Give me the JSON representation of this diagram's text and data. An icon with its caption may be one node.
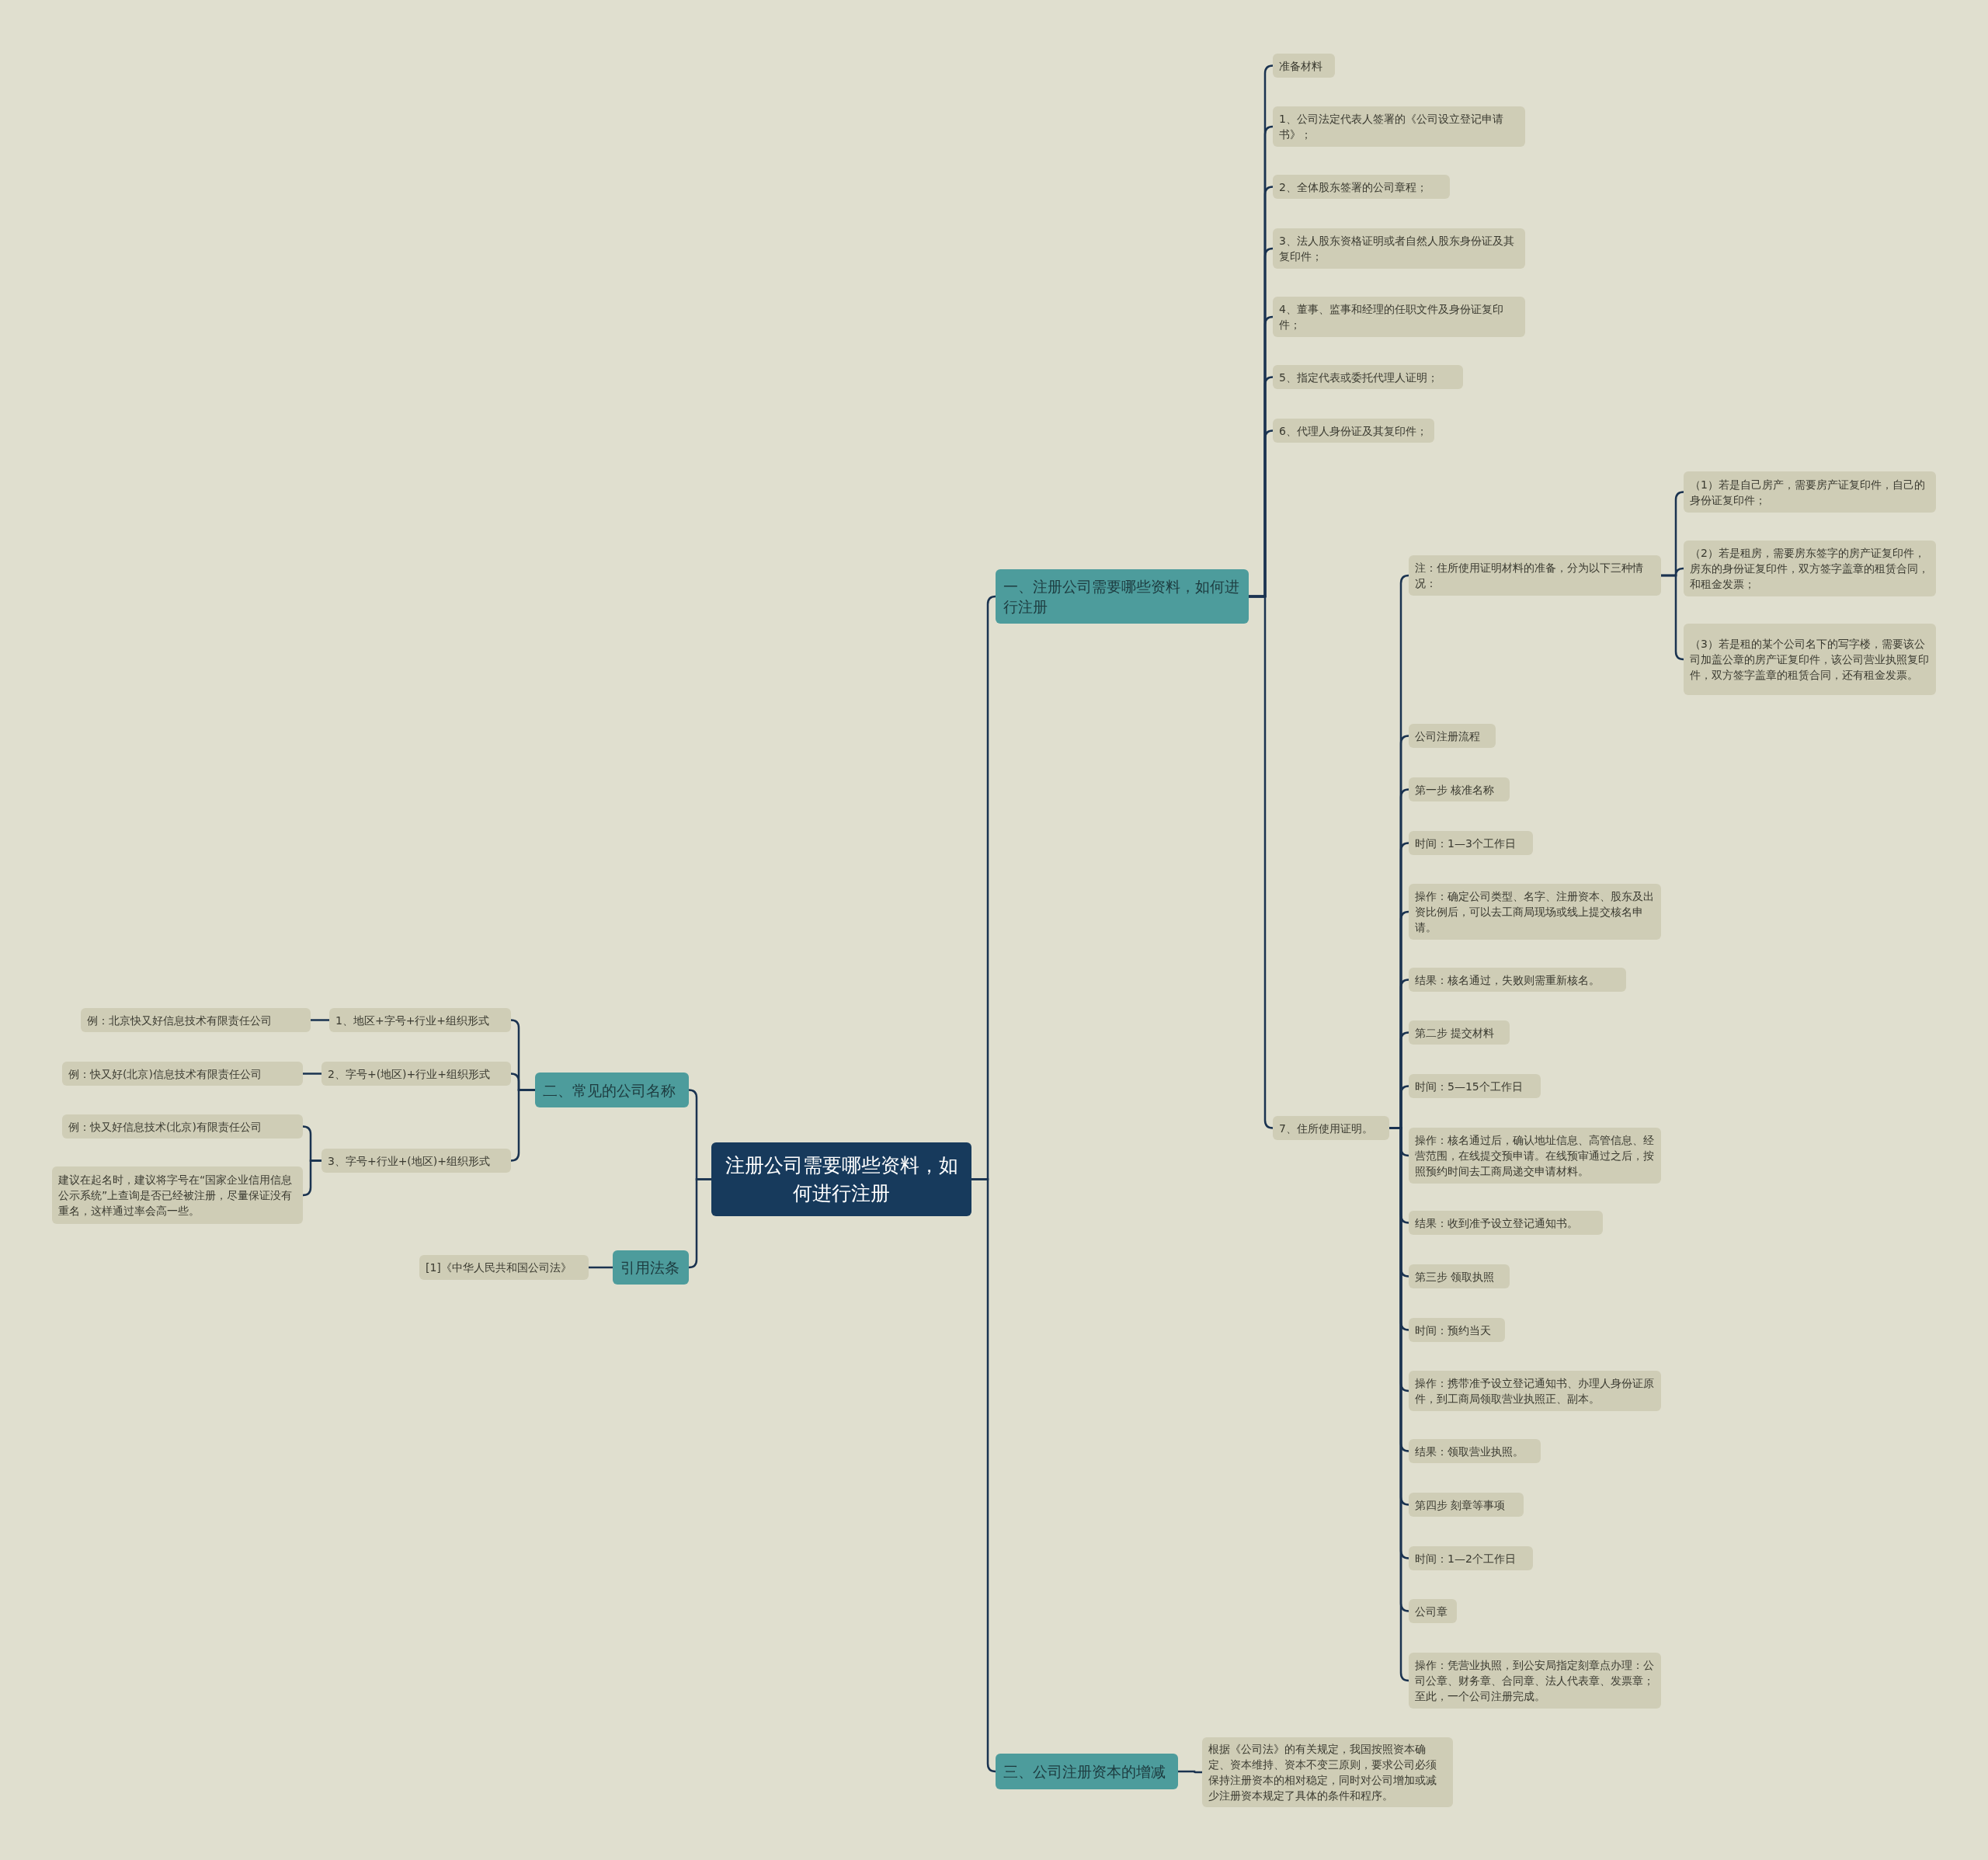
{
  "diagram": {
    "nodes": [
      {
        "text": [
          "注册公司需要哪些资料，如何进行注册"
        ]
      },
      {
        "text": [
          "一、注册公司需要哪些资料，如何进行注册"
        ]
      },
      {
        "text": [
          "准备材料"
        ]
      },
      {
        "text": [
          "1、公司法定代表人签署的《公司设立登记申请书》；"
        ]
      },
      {
        "text": [
          "2、全体股东签署的公司章程；"
        ]
      },
      {
        "text": [
          "3、法人股东资格证明或者自然人股东身份证及其复印件；"
        ]
      },
      {
        "text": [
          "4、董事、监事和经理的任职文件及身份证复印件；"
        ]
      },
      {
        "text": [
          "5、指定代表或委托代理人证明；"
        ]
      },
      {
        "text": [
          "6、代理人身份证及其复印件；"
        ]
      },
      {
        "text": [
          "7、住所使用证明。"
        ]
      },
      {
        "text": [
          "注：住所使用证明材料的准备，分为以下三种情况："
        ]
      },
      {
        "text": [
          "（1）若是自己房产，需要房产证复印件，自己的身份证复印件；"
        ]
      },
      {
        "text": [
          "（2）若是租房，需要房东签字的房产证复印件，房东的身份证复印件，双方签字盖章的租赁合同，和租金发票；"
        ]
      },
      {
        "text": [
          "（3）若是租的某个公司名下的写字楼，需要该公司加盖公章的房产证复印件，该公司营业执照复印件，双方签字盖章的租赁合同，还有租金发票。"
        ]
      },
      {
        "text": [
          "公司注册流程"
        ]
      },
      {
        "text": [
          "第一步 核准名称"
        ]
      },
      {
        "text": [
          "时间：1—3个工作日"
        ]
      },
      {
        "text": [
          "操作：确定公司类型、名字、注册资本、股东及出资比例后，可以去工商局现场或线上提交核名申请。"
        ]
      },
      {
        "text": [
          "结果：核名通过，失败则需重新核名。"
        ]
      },
      {
        "text": [
          "第二步 提交材料"
        ]
      },
      {
        "text": [
          "时间：5—15个工作日"
        ]
      },
      {
        "text": [
          "操作：核名通过后，确认地址信息、高管信息、经营范围，在线提交预申请。在线预审通过之后，按照预约时间去工商局递交申请材料。"
        ]
      },
      {
        "text": [
          "结果：收到准予设立登记通知书。"
        ]
      },
      {
        "text": [
          "第三步 领取执照"
        ]
      },
      {
        "text": [
          "时间：预约当天"
        ]
      },
      {
        "text": [
          "操作：携带准予设立登记通知书、办理人身份证原件，到工商局领取营业执照正、副本。"
        ]
      },
      {
        "text": [
          "结果：领取营业执照。"
        ]
      },
      {
        "text": [
          "第四步 刻章等事项"
        ]
      },
      {
        "text": [
          "时间：1—2个工作日"
        ]
      },
      {
        "text": [
          "公司章"
        ]
      },
      {
        "text": [
          "操作：凭营业执照，到公安局指定刻章点办理：公司公章、财务章、合同章、法人代表章、发票章；至此，一个公司注册完成。"
        ]
      },
      {
        "text": [
          "二、常见的公司名称"
        ]
      },
      {
        "text": [
          "1、地区+字号+行业+组织形式"
        ]
      },
      {
        "text": [
          "例：北京快又好信息技术有限责任公司"
        ]
      },
      {
        "text": [
          "2、字号+(地区)+行业+组织形式"
        ]
      },
      {
        "text": [
          "例：快又好(北京)信息技术有限责任公司"
        ]
      },
      {
        "text": [
          "3、字号+行业+(地区)+组织形式"
        ]
      },
      {
        "text": [
          "例：快又好信息技术(北京)有限责任公司"
        ]
      },
      {
        "text": [
          "建议在起名时，建议将字号在“国家企业信用信息公示系统”上查询是否已经被注册，尽量保证没有重名，这样通过率会高一些。"
        ]
      },
      {
        "text": [
          "引用法条"
        ]
      },
      {
        "text": [
          "[1]《中华人民共和国公司法》"
        ]
      },
      {
        "text": [
          "三、公司注册资本的增减"
        ]
      },
      {
        "text": [
          "根据《公司法》的有关规定，我国按照资本确定、资本维持、资本不变三原则，要求公司必须保持注册资本的相对稳定，同时对公司增加或减少注册资本规定了具体的条件和程序。"
        ]
      }
    ],
    "edges": [
      {
        "from": 0,
        "to": 1,
        "arrow": "none"
      },
      {
        "from": 1,
        "to": 2,
        "arrow": "none"
      },
      {
        "from": 1,
        "to": 3,
        "arrow": "none"
      },
      {
        "from": 1,
        "to": 4,
        "arrow": "none"
      },
      {
        "from": 1,
        "to": 5,
        "arrow": "none"
      },
      {
        "from": 1,
        "to": 6,
        "arrow": "none"
      },
      {
        "from": 1,
        "to": 7,
        "arrow": "none"
      },
      {
        "from": 1,
        "to": 8,
        "arrow": "none"
      },
      {
        "from": 1,
        "to": 9,
        "arrow": "none"
      },
      {
        "from": 9,
        "to": 10,
        "arrow": "none"
      },
      {
        "from": 10,
        "to": 11,
        "arrow": "none"
      },
      {
        "from": 10,
        "to": 12,
        "arrow": "none"
      },
      {
        "from": 10,
        "to": 13,
        "arrow": "none"
      },
      {
        "from": 9,
        "to": 14,
        "arrow": "none"
      },
      {
        "from": 9,
        "to": 15,
        "arrow": "none"
      },
      {
        "from": 9,
        "to": 16,
        "arrow": "none"
      },
      {
        "from": 9,
        "to": 17,
        "arrow": "none"
      },
      {
        "from": 9,
        "to": 18,
        "arrow": "none"
      },
      {
        "from": 9,
        "to": 19,
        "arrow": "none"
      },
      {
        "from": 9,
        "to": 20,
        "arrow": "none"
      },
      {
        "from": 9,
        "to": 21,
        "arrow": "none"
      },
      {
        "from": 9,
        "to": 22,
        "arrow": "none"
      },
      {
        "from": 9,
        "to": 23,
        "arrow": "none"
      },
      {
        "from": 9,
        "to": 24,
        "arrow": "none"
      },
      {
        "from": 9,
        "to": 25,
        "arrow": "none"
      },
      {
        "from": 9,
        "to": 26,
        "arrow": "none"
      },
      {
        "from": 9,
        "to": 27,
        "arrow": "none"
      },
      {
        "from": 9,
        "to": 28,
        "arrow": "none"
      },
      {
        "from": 9,
        "to": 29,
        "arrow": "none"
      },
      {
        "from": 9,
        "to": 30,
        "arrow": "none"
      },
      {
        "from": 0,
        "to": 31,
        "arrow": "none"
      },
      {
        "from": 31,
        "to": 32,
        "arrow": "none"
      },
      {
        "from": 32,
        "to": 33,
        "arrow": "none"
      },
      {
        "from": 31,
        "to": 34,
        "arrow": "none"
      },
      {
        "from": 34,
        "to": 35,
        "arrow": "none"
      },
      {
        "from": 31,
        "to": 36,
        "arrow": "none"
      },
      {
        "from": 36,
        "to": 37,
        "arrow": "none"
      },
      {
        "from": 36,
        "to": 38,
        "arrow": "none"
      },
      {
        "from": 0,
        "to": 39,
        "arrow": "none"
      },
      {
        "from": 39,
        "to": 40,
        "arrow": "none"
      },
      {
        "from": 0,
        "to": 41,
        "arrow": "none"
      },
      {
        "from": 41,
        "to": 42,
        "arrow": "none"
      }
    ]
  }
}
